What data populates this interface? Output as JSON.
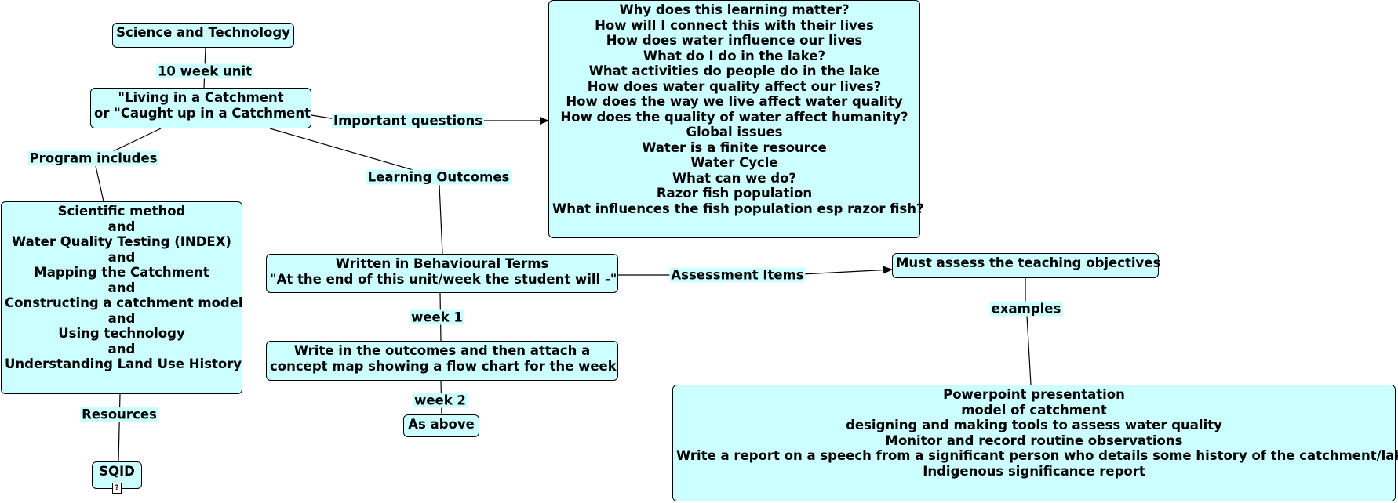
{
  "colors": {
    "node_fill": "#ccffff",
    "node_border": "#000000",
    "edge": "#000000"
  },
  "nodes": {
    "science_tech": [
      "Science and Technology"
    ],
    "living": [
      "\"Living in a Catchment",
      "or \"Caught up in a Catchment"
    ],
    "questions": [
      "Why does this learning matter?",
      "How will I connect this with their lives",
      "How does water influence our lives",
      "What do I do in the lake?",
      "What activities do people do in the lake",
      "How does water quality affect our lives?",
      "How does the way we live affect water quality",
      "How does the quality of water affect humanity?",
      "Global issues",
      "Water is a finite resource",
      "Water Cycle",
      "What can we do?",
      "Razor fish population",
      "What influences the fish population esp razor fish?"
    ],
    "program": [
      "Scientific method",
      "and",
      "Water Quality Testing (INDEX)",
      "and",
      "Mapping the Catchment",
      "and",
      "Constructing a catchment model",
      "and",
      "Using technology",
      "and",
      "Understanding Land Use History"
    ],
    "behavioural": [
      "Written in Behavioural Terms",
      "\"At the end of this unit/week the student will -\""
    ],
    "must_assess": [
      "Must assess the teaching objectives"
    ],
    "write_outcomes": [
      "Write in the outcomes and then attach a",
      "concept map showing a flow chart for the week"
    ],
    "as_above": [
      "As above"
    ],
    "sqid": [
      "SQID"
    ],
    "examples_box": [
      "Powerpoint presentation",
      "model of catchment",
      "designing and making tools to assess water quality",
      "Monitor and record routine observations",
      "Write a report on a speech from a significant person who details some history of the catchment/lake",
      "Indigenous significance report"
    ]
  },
  "edge_labels": {
    "ten_week": "10 week unit",
    "important_questions": "Important questions",
    "program_includes": "Program includes",
    "learning_outcomes": "Learning Outcomes",
    "assessment_items": "Assessment Items",
    "examples": "examples",
    "week1": "week 1",
    "week2": "week 2",
    "resources": "Resources"
  },
  "icons": {
    "sqid_resource": "document-unknown-icon"
  }
}
